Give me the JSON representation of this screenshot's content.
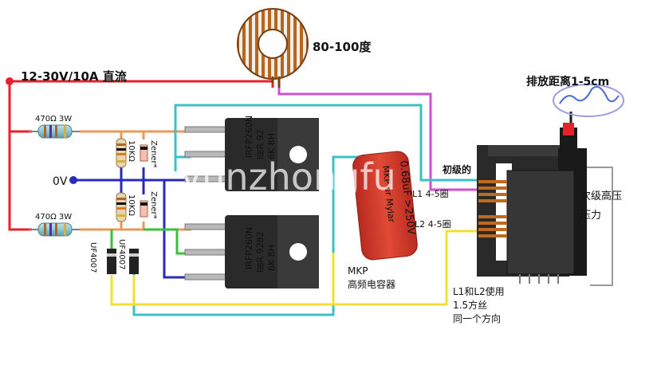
{
  "labels": {
    "toroid_temp": "80-100度",
    "supply": "12-30V/10A 直流",
    "gap": "排放距离1-5cm",
    "r1": "470Ω 3W",
    "r2": "470Ω 3W",
    "zv": "0V",
    "r10k_1": "10KΩ",
    "r10k_2": "10KΩ",
    "zener1": "Zener*",
    "zener2": "Zener*",
    "uf1": "UF4007",
    "uf2": "UF4007",
    "cap_main": "0.68uF >250V",
    "cap_sub": "MKP or Mylar",
    "cap_mkp": "MKP",
    "cap_desc": "高频电容器",
    "primary": "初级的",
    "l1": "L1 4-5圈",
    "l2": "L2 4-5圈",
    "secondary": "次级高压",
    "pressure": "压力",
    "note1": "L1和L2使用",
    "note2": "1.5方丝",
    "note3": "同一个方向",
    "mos_top_1": "IRFP260N",
    "mos_top_2": "I⊞R 92",
    "mos_top_3": "6K    8H",
    "mos_bot_1": "IRFP260N",
    "mos_bot_2": "I⊞R 9282",
    "mos_bot_3": "6K    8H",
    "watermark": "yunzhongfu"
  },
  "colors": {
    "red": "#e8202a",
    "cyan": "#3cc0c8",
    "magenta": "#d050d0",
    "orange": "#e89a5a",
    "blue": "#2a2ab8",
    "green": "#3ac03a",
    "yellow": "#f0e030",
    "black": "#1a1a1a",
    "grey": "#9a9a9a",
    "cap": "#d8392a",
    "copper": "#c06a20"
  }
}
